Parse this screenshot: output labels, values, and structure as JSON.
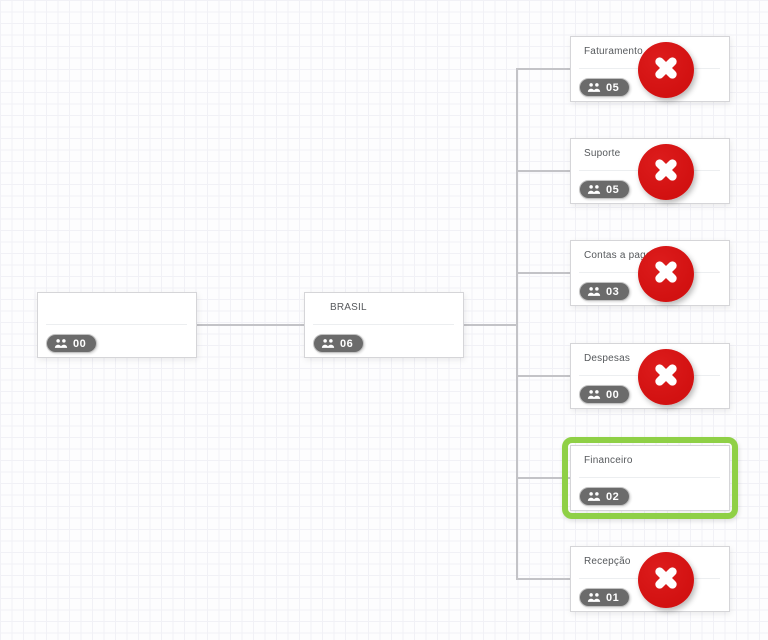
{
  "app": {
    "view": "organogram-canvas"
  },
  "colors": {
    "red_badge": "#d21111",
    "green_highlight": "#8fd046",
    "pill_bg": "#6b6b6b",
    "line_color": "#c3c3c7",
    "card_border": "#d5d5d8",
    "title_color": "#56595c"
  },
  "icons": {
    "members": "users-icon",
    "delete": "x-circle-icon"
  },
  "nodes": {
    "root": {
      "title": "",
      "members_count": "00"
    },
    "parent": {
      "title": "BRASIL",
      "members_count": "06"
    },
    "children": [
      {
        "title": "Faturamento",
        "members_count": "05",
        "deletable": true,
        "selected": false
      },
      {
        "title": "Suporte",
        "members_count": "05",
        "deletable": true,
        "selected": false
      },
      {
        "title": "Contas a pagar",
        "members_count": "03",
        "deletable": true,
        "selected": false
      },
      {
        "title": "Despesas",
        "members_count": "00",
        "deletable": true,
        "selected": false
      },
      {
        "title": "Financeiro",
        "members_count": "02",
        "deletable": false,
        "selected": true
      },
      {
        "title": "Recepção",
        "members_count": "01",
        "deletable": true,
        "selected": false
      }
    ]
  }
}
